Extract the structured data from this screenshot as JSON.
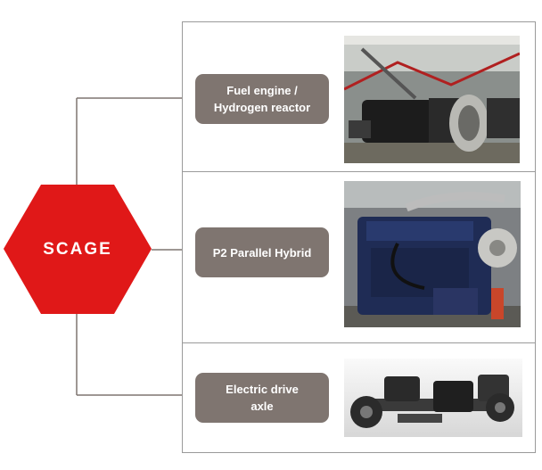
{
  "center": {
    "label": "SCAGE",
    "color": "#e01818"
  },
  "connector_color": "#7f7570",
  "items": [
    {
      "label_line1": "Fuel engine /",
      "label_line2": "Hydrogen reactor",
      "image": "fuel-engine-photo"
    },
    {
      "label_line1": "P2 Parallel Hybrid",
      "label_line2": "",
      "image": "hybrid-engine-photo"
    },
    {
      "label_line1": "Electric drive",
      "label_line2": "axle",
      "image": "electric-axle-photo"
    }
  ]
}
